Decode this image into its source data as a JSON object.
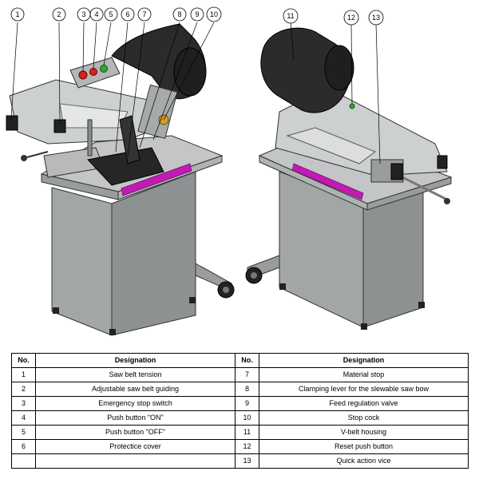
{
  "callouts": [
    "1",
    "2",
    "3",
    "4",
    "5",
    "6",
    "7",
    "8",
    "9",
    "10",
    "11",
    "12",
    "13"
  ],
  "table": {
    "headers": [
      "No.",
      "Designation",
      "No.",
      "Designation"
    ],
    "rows": [
      [
        "1",
        "Saw belt tension",
        "7",
        "Material stop"
      ],
      [
        "2",
        "Adjustable saw belt guiding",
        "8",
        "Clamping lever for the slewable saw bow"
      ],
      [
        "3",
        "Emergency stop switch",
        "9",
        "Feed regulation valve"
      ],
      [
        "4",
        "Push button \"ON\"",
        "10",
        "Stop cock"
      ],
      [
        "5",
        "Push button \"OFF\"",
        "11",
        "V-belt housing"
      ],
      [
        "6",
        "Protectice cover",
        "12",
        "Reset push button"
      ],
      [
        "",
        "",
        "13",
        "Quick action vice"
      ]
    ]
  },
  "colors": {
    "cabinet": "#808384",
    "frame": "#c9cbcc",
    "accent_strip": "#c21bb4",
    "motor_housing": "#2b2b2b",
    "button_red": "#d42020",
    "button_green": "#2ea82e"
  }
}
